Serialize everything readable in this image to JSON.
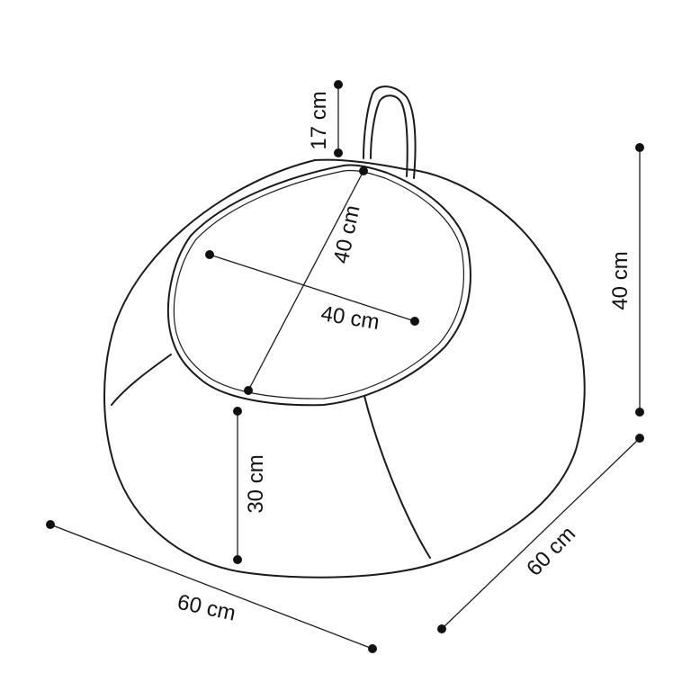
{
  "dimensions": {
    "handle_height": "17 cm",
    "seat_depth": "40 cm",
    "seat_width": "40 cm",
    "seat_height": "30 cm",
    "total_height": "40 cm",
    "depth": "60 cm",
    "width": "60 cm"
  },
  "colors": {
    "line": "#1a1a1a",
    "background": "#ffffff"
  }
}
